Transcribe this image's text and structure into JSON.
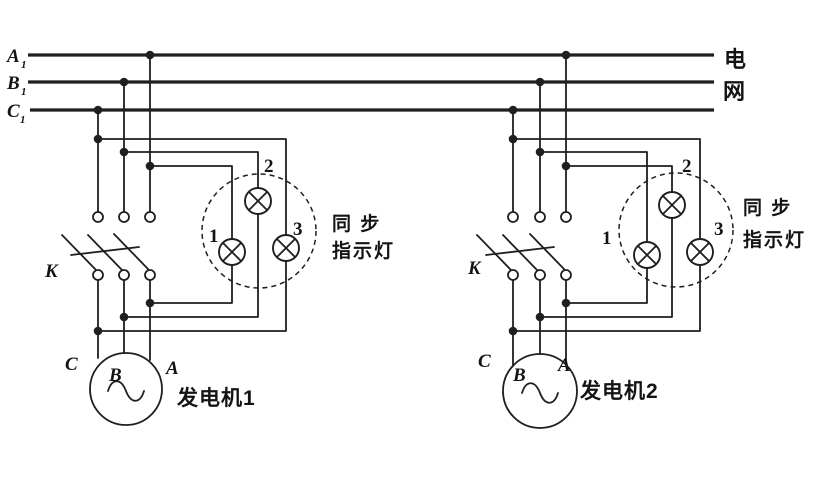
{
  "colors": {
    "line": "#1f1f1f",
    "text": "#141414",
    "background": "#ffffff"
  },
  "grid": {
    "bus_labels": [
      {
        "letter": "A",
        "sub": "1"
      },
      {
        "letter": "B",
        "sub": "1"
      },
      {
        "letter": "C",
        "sub": "1"
      }
    ],
    "name_top": "电",
    "name_bottom": "网"
  },
  "left": {
    "switch_label": "K",
    "lamp_numbers": {
      "n1": "1",
      "n2": "2",
      "n3": "3"
    },
    "caption_line1": "同  步",
    "caption_line2": "指示灯",
    "generator": {
      "terminal_left": "C",
      "terminal_top": "B",
      "terminal_right": "A",
      "name": "发电机1"
    }
  },
  "right": {
    "switch_label": "K",
    "lamp_numbers": {
      "n1": "1",
      "n2": "2",
      "n3": "3"
    },
    "caption_line1": "同  步",
    "caption_line2": "指示灯",
    "generator": {
      "terminal_left": "C",
      "terminal_top": "B",
      "terminal_right": "A",
      "name": "发电机2"
    }
  }
}
